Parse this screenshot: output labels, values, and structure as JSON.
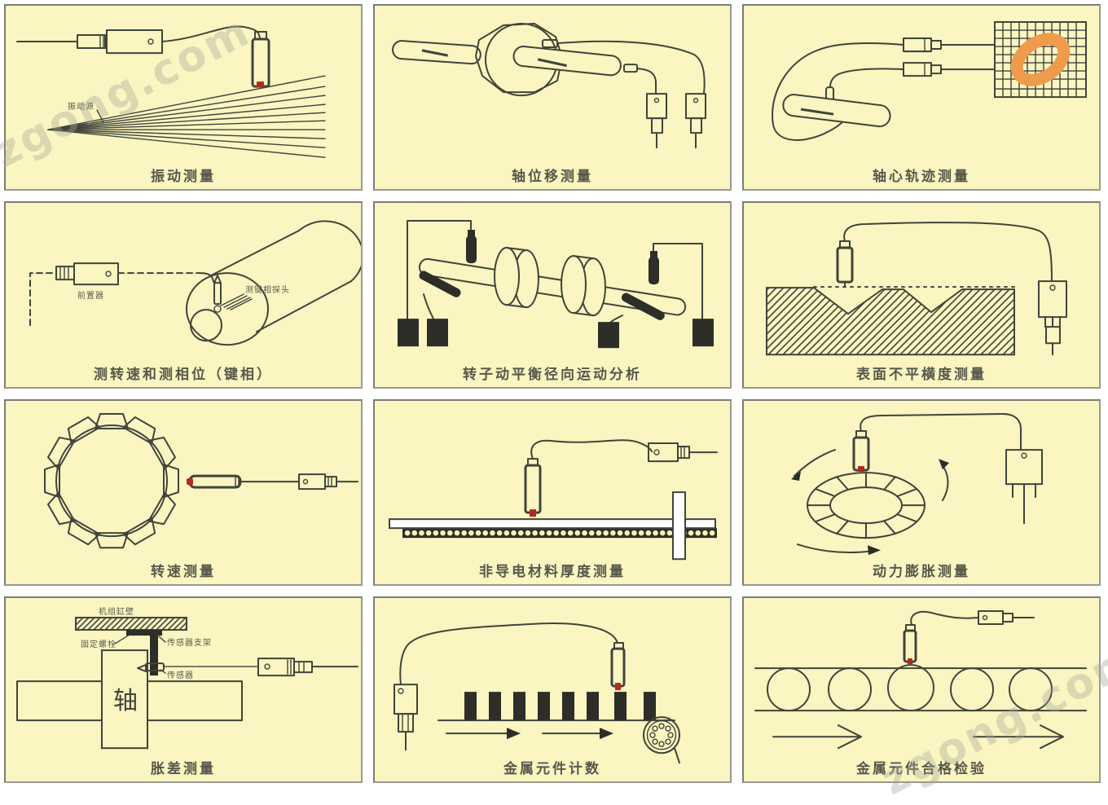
{
  "page": {
    "watermark_text": "zgong.com",
    "background": "#ffffff",
    "panel_background": "#faf5c1",
    "line_color": "#41443a",
    "accent_orange": "#f09b4b",
    "accent_red": "#b5281f",
    "caption_color": "#565849"
  },
  "panels": [
    {
      "caption": "振动测量",
      "labels": {
        "vibration_source": "振动源"
      }
    },
    {
      "caption": "轴位移测量"
    },
    {
      "caption": "轴心轨迹测量"
    },
    {
      "caption": "测转速和测相位（键相）",
      "labels": {
        "preamplifier": "前置器",
        "keyphase_probe": "测键相探头"
      }
    },
    {
      "caption": "转子动平衡径向运动分析"
    },
    {
      "caption": "表面不平横度测量"
    },
    {
      "caption": "转速测量"
    },
    {
      "caption": "非导电材料厚度测量"
    },
    {
      "caption": "动力膨胀测量"
    },
    {
      "caption": "胀差测量",
      "labels": {
        "cylinder_wall": "机组缸壁",
        "fixing_bolt": "固定螺栓",
        "sensor_bracket": "传感器支架",
        "sensor": "传感器",
        "shaft": "轴"
      }
    },
    {
      "caption": "金属元件计数"
    },
    {
      "caption": "金属元件合格检验"
    }
  ]
}
